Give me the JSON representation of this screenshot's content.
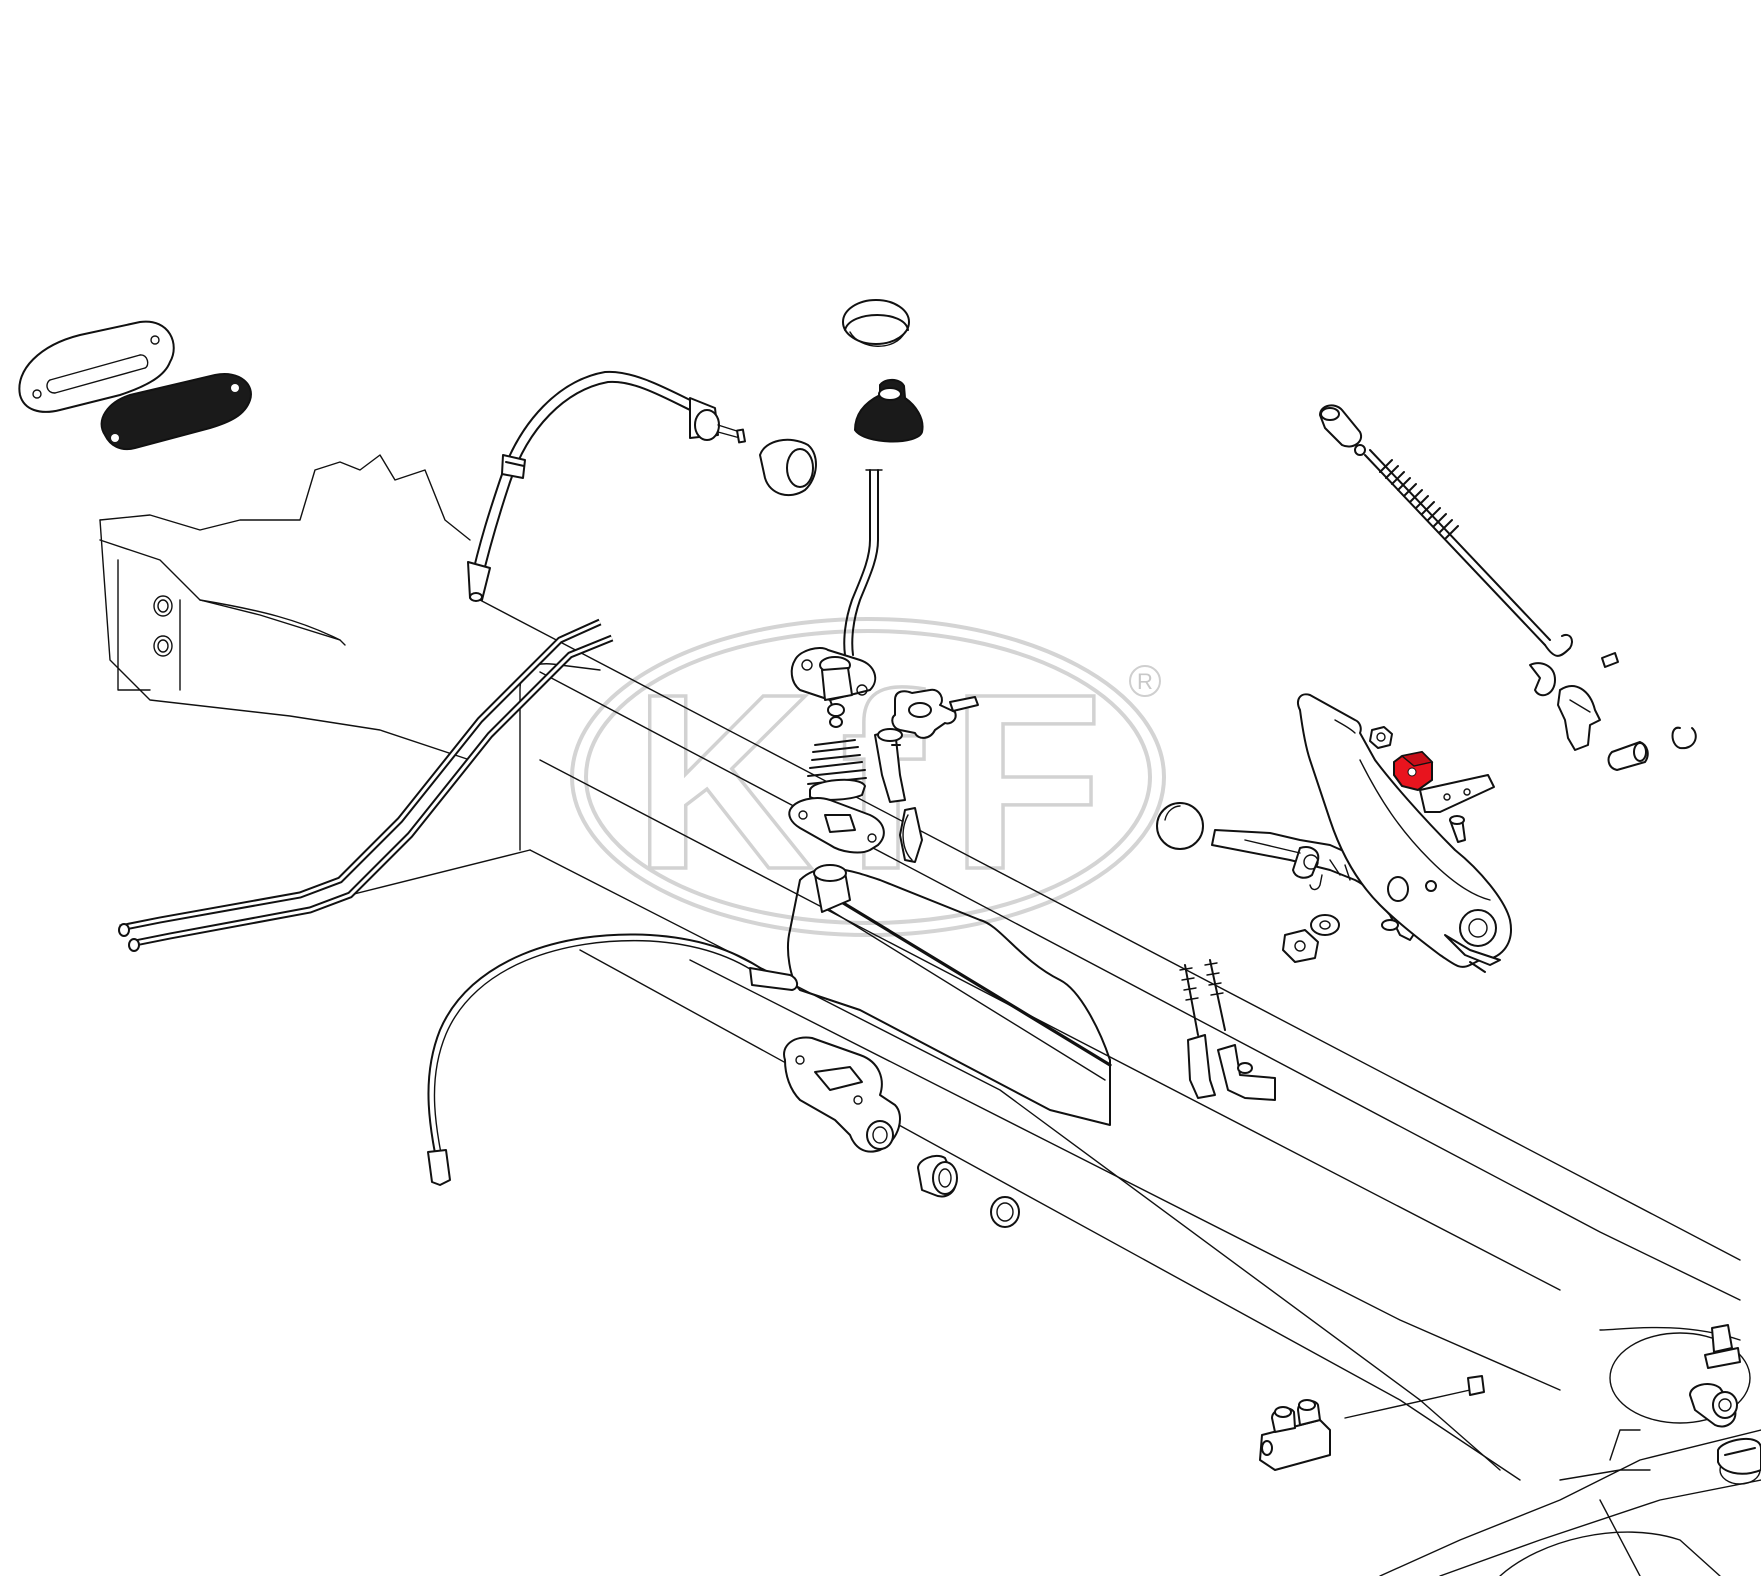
{
  "watermark": {
    "text": "KfF",
    "registered_mark": "R"
  },
  "highlight_color": "#e8141e",
  "line_color": "#111111",
  "watermark_color": "#d4d4d4",
  "parts": [
    {
      "name": "floor-cover-plate"
    },
    {
      "name": "floor-cover-gasket"
    },
    {
      "name": "accelerator-cable"
    },
    {
      "name": "shift-boot-cap"
    },
    {
      "name": "shift-knob"
    },
    {
      "name": "shift-rod-boot"
    },
    {
      "name": "shift-lever"
    },
    {
      "name": "shift-lever-spring"
    },
    {
      "name": "shift-lever-plate"
    },
    {
      "name": "reverse-lockout-knob"
    },
    {
      "name": "handbrake-lever"
    },
    {
      "name": "handbrake-ratchet"
    },
    {
      "name": "handbrake-bushing",
      "highlighted": true
    },
    {
      "name": "handbrake-pushrod"
    },
    {
      "name": "clutch-cable"
    },
    {
      "name": "fuel-lines"
    },
    {
      "name": "shift-rod-guide"
    },
    {
      "name": "grommet"
    },
    {
      "name": "body-frame"
    }
  ]
}
